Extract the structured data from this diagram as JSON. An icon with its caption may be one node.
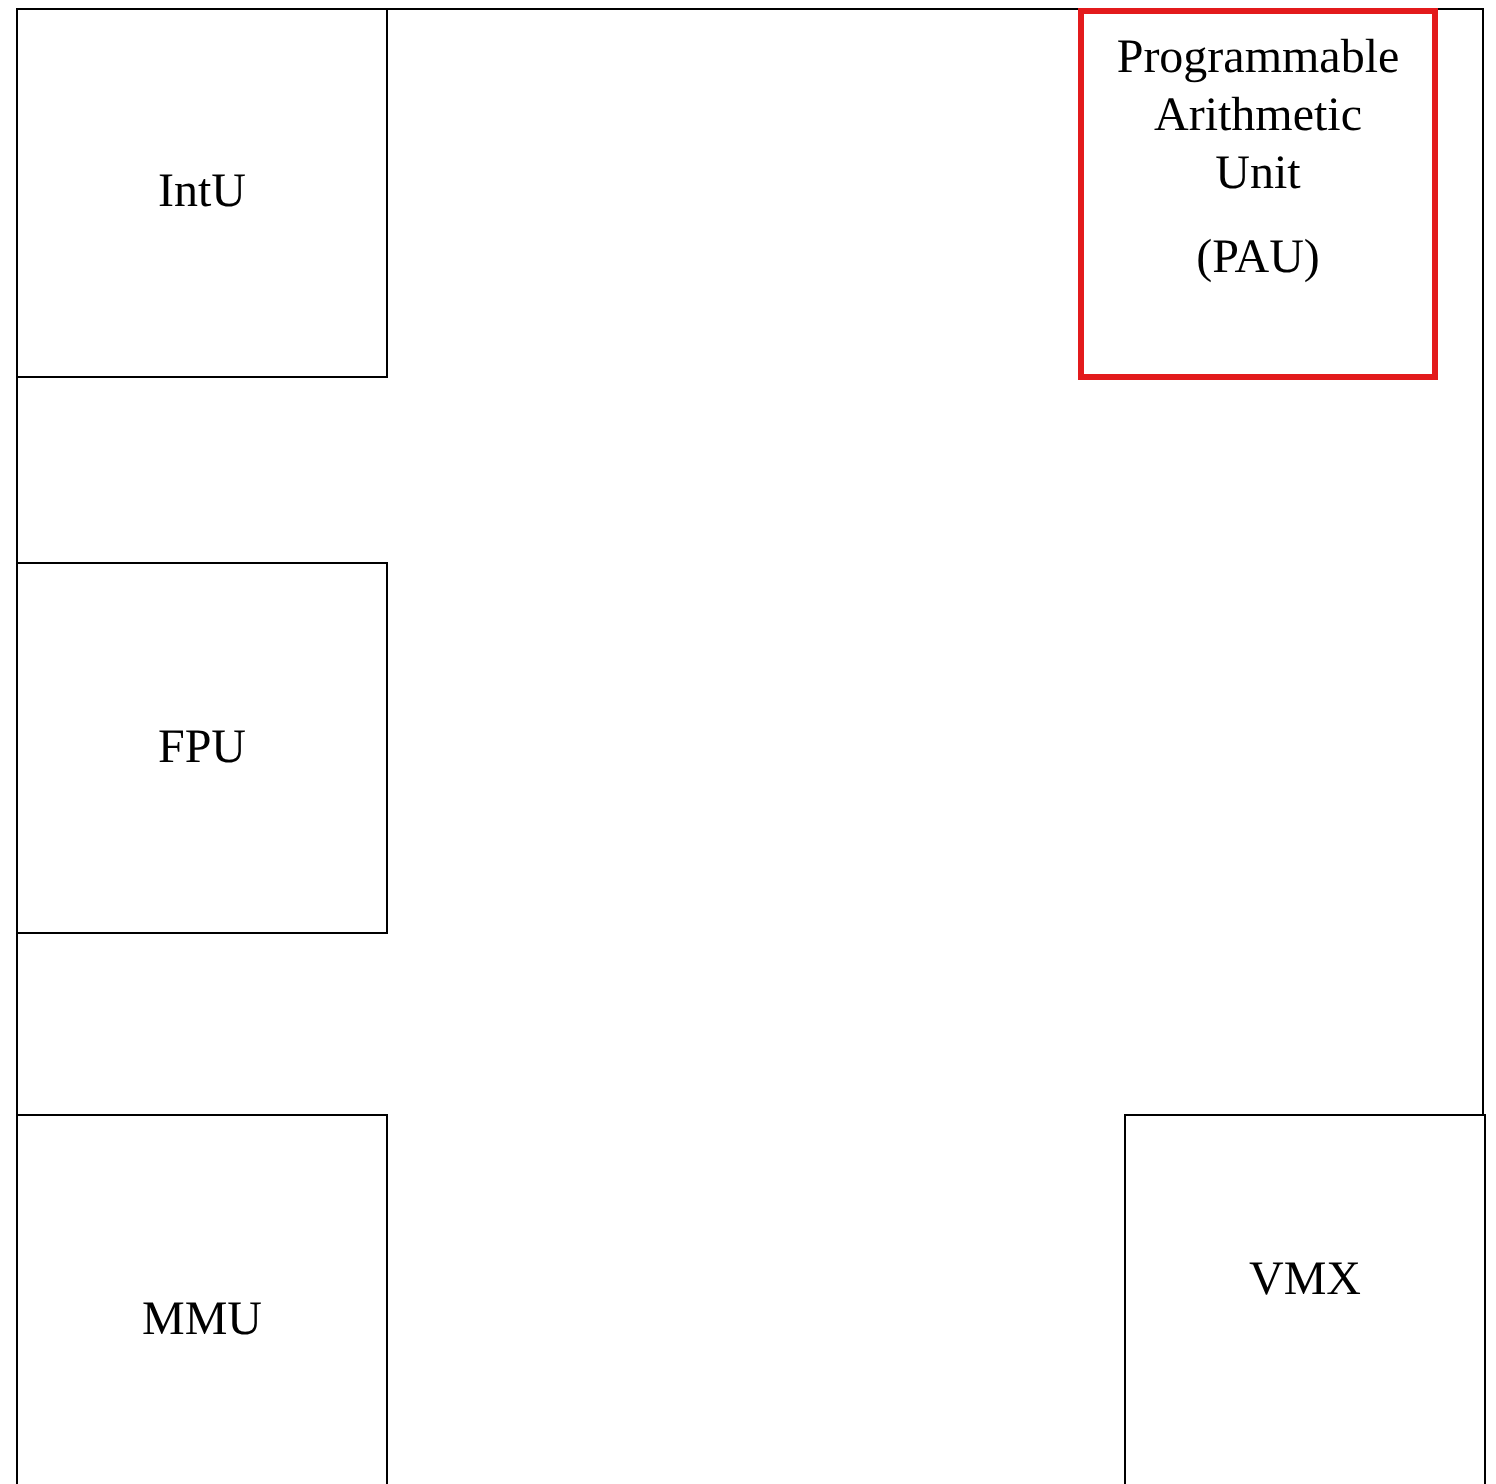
{
  "diagram": {
    "nodes": [
      {
        "text": [],
        "shape": "box"
      },
      {
        "text": [
          "IntU"
        ],
        "in": 0
      },
      {
        "text": [
          "Programmable Arithmetic Unit",
          "(PAU)"
        ],
        "in": 0
      },
      {
        "text": [
          "FPU"
        ],
        "in": 0
      },
      {
        "text": [
          "MMU"
        ],
        "in": 0
      },
      {
        "text": [
          "VMX"
        ],
        "in": 0
      }
    ]
  }
}
